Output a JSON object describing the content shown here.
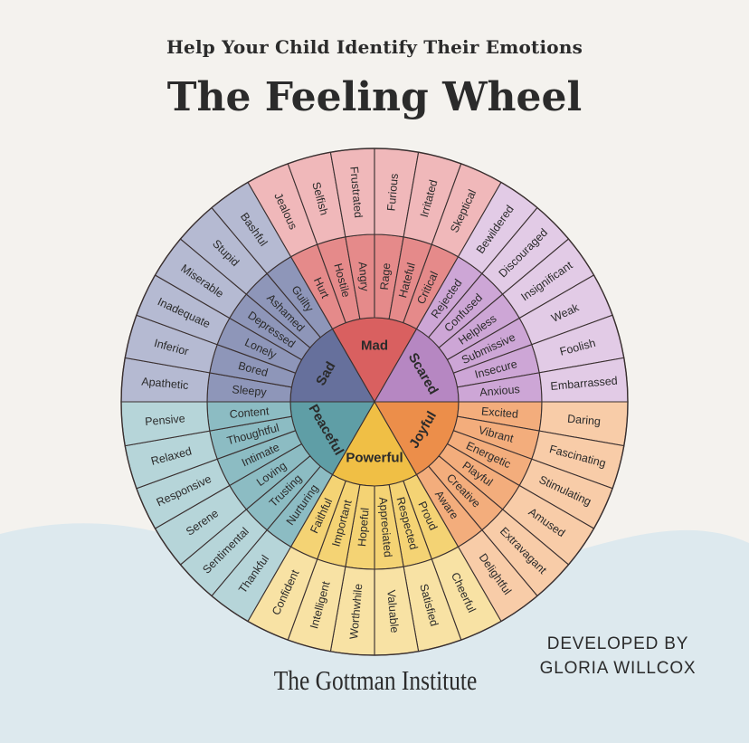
{
  "header": {
    "subtitle": "Help Your Child Identify Their Emotions",
    "title": "The Feeling Wheel"
  },
  "footer": {
    "credit_line1": "DEVELOPED BY",
    "credit_line2": "GLORIA WILLCOX",
    "organization": "The Gottman Institute"
  },
  "colors": {
    "background": "#f4f2ee",
    "wave": "#dde9ee",
    "divider": "#3a3030"
  },
  "wheel": {
    "core_emotions": [
      {
        "name": "Mad",
        "colors": [
          "#d96060",
          "#e58a8a",
          "#f0b8ba"
        ],
        "secondary": [
          "Hurt",
          "Hostile",
          "Angry",
          "Rage",
          "Hateful",
          "Critical"
        ],
        "tertiary": [
          "Jealous",
          "Selfish",
          "Frustrated",
          "Furious",
          "Irritated",
          "Skeptical"
        ]
      },
      {
        "name": "Scared",
        "colors": [
          "#b687c2",
          "#cda6d6",
          "#e2cbe6"
        ],
        "secondary": [
          "Rejected",
          "Confused",
          "Helpless",
          "Submissive",
          "Insecure",
          "Anxious"
        ],
        "tertiary": [
          "Bewildered",
          "Discouraged",
          "Insignificant",
          "Weak",
          "Foolish",
          "Embarrassed"
        ]
      },
      {
        "name": "Joyful",
        "colors": [
          "#ec8e4a",
          "#f3ad7c",
          "#f8cca8"
        ],
        "secondary": [
          "Excited",
          "Vibrant",
          "Energetic",
          "Playful",
          "Creative",
          "Aware"
        ],
        "tertiary": [
          "Daring",
          "Fascinating",
          "Stimulating",
          "Amused",
          "Extravagant",
          "Delightful"
        ]
      },
      {
        "name": "Powerful",
        "colors": [
          "#f0bf45",
          "#f4d374",
          "#f8e2a4"
        ],
        "secondary": [
          "Proud",
          "Respected",
          "Appreciated",
          "Hopeful",
          "Important",
          "Faithful"
        ],
        "tertiary": [
          "Cheerful",
          "Satisfied",
          "Valuable",
          "Worthwhile",
          "Intelligent",
          "Confident"
        ]
      },
      {
        "name": "Peaceful",
        "colors": [
          "#5f9ea6",
          "#8cbcc3",
          "#b6d5d9"
        ],
        "secondary": [
          "Nurturing",
          "Trusting",
          "Loving",
          "Intimate",
          "Thoughtful",
          "Content"
        ],
        "tertiary": [
          "Thankful",
          "Sentimental",
          "Serene",
          "Responsive",
          "Relaxed",
          "Pensive"
        ]
      },
      {
        "name": "Sad",
        "colors": [
          "#66709c",
          "#8e96b9",
          "#b5bad2"
        ],
        "secondary": [
          "Sleepy",
          "Bored",
          "Lonely",
          "Depressed",
          "Ashamed",
          "Guilty"
        ],
        "tertiary": [
          "Apathetic",
          "Inferior",
          "Inadequate",
          "Miserable",
          "Stupid",
          "Bashful"
        ]
      }
    ]
  }
}
